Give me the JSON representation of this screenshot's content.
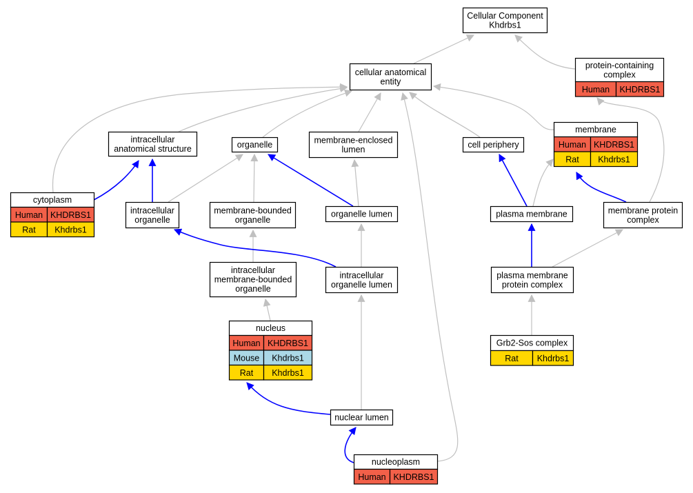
{
  "colors": {
    "human": "#f26049",
    "mouse": "#abd8e6",
    "rat": "#ffd700",
    "blue_edge": "#0000ff",
    "gray_edge": "#c0c0c0"
  },
  "nodes": [
    {
      "id": "cc",
      "lines": [
        "Cellular Component",
        "Khdrbs1"
      ]
    },
    {
      "id": "cae",
      "lines": [
        "cellular anatomical",
        "entity"
      ]
    },
    {
      "id": "pcc",
      "lines": [
        "protein-containing",
        "complex"
      ],
      "rows": [
        [
          "Human",
          "KHDRBS1",
          "human"
        ]
      ]
    },
    {
      "id": "ias",
      "lines": [
        "intracellular",
        "anatomical structure"
      ]
    },
    {
      "id": "org",
      "lines": [
        "organelle"
      ]
    },
    {
      "id": "mel",
      "lines": [
        "membrane-enclosed",
        "lumen"
      ]
    },
    {
      "id": "cp",
      "lines": [
        "cell periphery"
      ]
    },
    {
      "id": "mem",
      "lines": [
        "membrane"
      ],
      "rows": [
        [
          "Human",
          "KHDRBS1",
          "human"
        ],
        [
          "Rat",
          "Khdrbs1",
          "rat"
        ]
      ]
    },
    {
      "id": "cyto",
      "lines": [
        "cytoplasm"
      ],
      "rows": [
        [
          "Human",
          "KHDRBS1",
          "human"
        ],
        [
          "Rat",
          "Khdrbs1",
          "rat"
        ]
      ]
    },
    {
      "id": "io",
      "lines": [
        "intracellular",
        "organelle"
      ]
    },
    {
      "id": "mbo",
      "lines": [
        "membrane-bounded",
        "organelle"
      ]
    },
    {
      "id": "ol",
      "lines": [
        "organelle lumen"
      ]
    },
    {
      "id": "pm",
      "lines": [
        "plasma membrane"
      ]
    },
    {
      "id": "mpc",
      "lines": [
        "membrane protein",
        "complex"
      ]
    },
    {
      "id": "imbo",
      "lines": [
        "intracellular",
        "membrane-bounded",
        "organelle"
      ]
    },
    {
      "id": "iol",
      "lines": [
        "intracellular",
        "organelle lumen"
      ]
    },
    {
      "id": "pmpc",
      "lines": [
        "plasma membrane",
        "protein complex"
      ]
    },
    {
      "id": "nuc",
      "lines": [
        "nucleus"
      ],
      "rows": [
        [
          "Human",
          "KHDRBS1",
          "human"
        ],
        [
          "Mouse",
          "Khdrbs1",
          "mouse"
        ],
        [
          "Rat",
          "Khdrbs1",
          "rat"
        ]
      ]
    },
    {
      "id": "g2s",
      "lines": [
        "Grb2-Sos complex"
      ],
      "rows": [
        [
          "Rat",
          "Khdrbs1",
          "rat"
        ]
      ]
    },
    {
      "id": "nl",
      "lines": [
        "nuclear lumen"
      ]
    },
    {
      "id": "np",
      "lines": [
        "nucleoplasm"
      ],
      "rows": [
        [
          "Human",
          "KHDRBS1",
          "human"
        ]
      ]
    }
  ],
  "edges": [
    {
      "from": "cae",
      "to": "cc",
      "kind": "gray"
    },
    {
      "from": "pcc",
      "to": "cc",
      "kind": "gray"
    },
    {
      "from": "ias",
      "to": "cae",
      "kind": "gray"
    },
    {
      "from": "cyto",
      "to": "cae",
      "kind": "gray"
    },
    {
      "from": "org",
      "to": "cae",
      "kind": "gray"
    },
    {
      "from": "mel",
      "to": "cae",
      "kind": "gray"
    },
    {
      "from": "np",
      "to": "cae",
      "kind": "gray"
    },
    {
      "from": "cp",
      "to": "cae",
      "kind": "gray"
    },
    {
      "from": "mem",
      "to": "cae",
      "kind": "gray"
    },
    {
      "from": "cyto",
      "to": "ias",
      "kind": "blue"
    },
    {
      "from": "io",
      "to": "ias",
      "kind": "blue"
    },
    {
      "from": "io",
      "to": "org",
      "kind": "gray"
    },
    {
      "from": "mbo",
      "to": "org",
      "kind": "gray"
    },
    {
      "from": "ol",
      "to": "org",
      "kind": "blue"
    },
    {
      "from": "ol",
      "to": "mel",
      "kind": "gray"
    },
    {
      "from": "pm",
      "to": "cp",
      "kind": "blue"
    },
    {
      "from": "pm",
      "to": "mem",
      "kind": "gray"
    },
    {
      "from": "mpc",
      "to": "mem",
      "kind": "blue"
    },
    {
      "from": "mpc",
      "to": "pcc",
      "kind": "gray"
    },
    {
      "from": "imbo",
      "to": "mbo",
      "kind": "gray"
    },
    {
      "from": "iol",
      "to": "io",
      "kind": "blue"
    },
    {
      "from": "iol",
      "to": "ol",
      "kind": "gray"
    },
    {
      "from": "pmpc",
      "to": "pm",
      "kind": "blue"
    },
    {
      "from": "pmpc",
      "to": "mpc",
      "kind": "gray"
    },
    {
      "from": "nuc",
      "to": "imbo",
      "kind": "gray"
    },
    {
      "from": "g2s",
      "to": "pmpc",
      "kind": "gray"
    },
    {
      "from": "nl",
      "to": "nuc",
      "kind": "blue"
    },
    {
      "from": "nl",
      "to": "iol",
      "kind": "gray"
    },
    {
      "from": "np",
      "to": "nl",
      "kind": "blue"
    }
  ]
}
